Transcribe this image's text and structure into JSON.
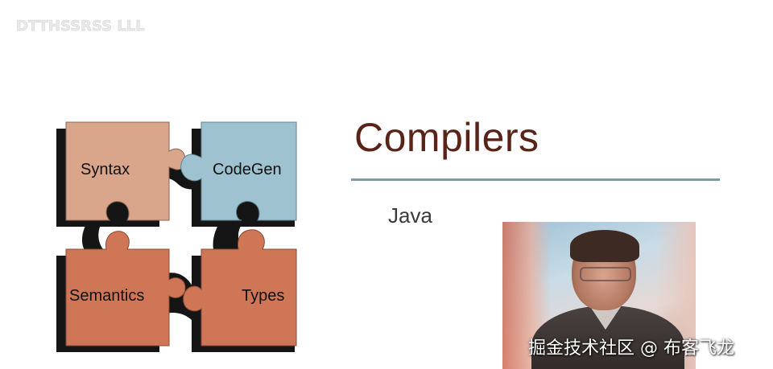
{
  "watermark_top": "DTTHSSRSS LLL",
  "puzzle": {
    "pieces": [
      {
        "label": "Syntax",
        "color": "#d9a58b"
      },
      {
        "label": "CodeGen",
        "color": "#9fc2d0"
      },
      {
        "label": "Semantics",
        "color": "#cf7656"
      },
      {
        "label": "Types",
        "color": "#cf7656"
      }
    ],
    "shadow_color": "#151515"
  },
  "slide": {
    "title": "Compilers",
    "subtitle": "Java",
    "title_color": "#5a2318",
    "rule_color": "#7f9ca6"
  },
  "video": {
    "description_icon": "presenter-video-icon"
  },
  "watermark_bottom": "掘金技术社区 @ 布客飞龙"
}
